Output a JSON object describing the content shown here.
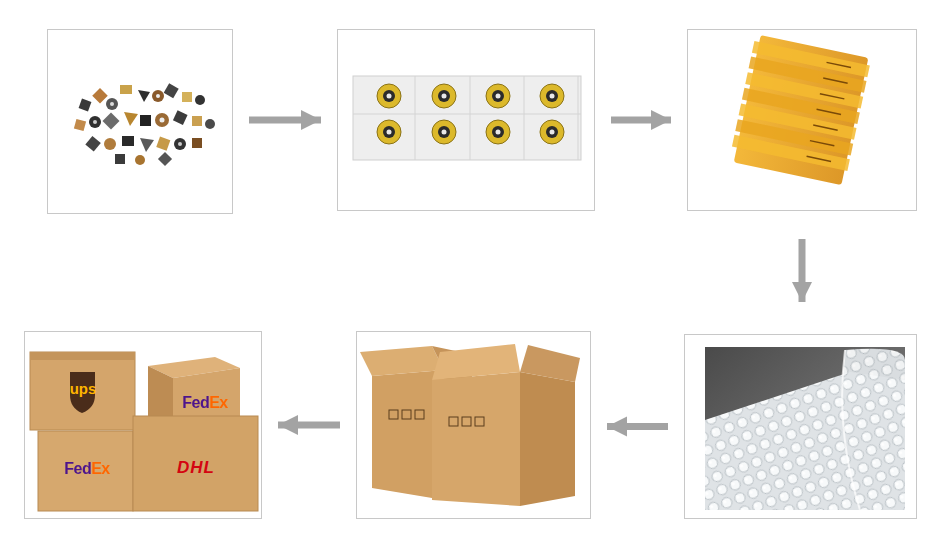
{
  "diagram": {
    "nodes": [
      {
        "text": []
      },
      {
        "text": []
      },
      {
        "text": []
      },
      {
        "text": []
      },
      {
        "text": []
      },
      {
        "text": [
          "ups",
          "FedEx",
          "FedEx",
          "DHL"
        ]
      }
    ],
    "edges": [
      {
        "from": 0,
        "to": 1,
        "arrow": "to"
      },
      {
        "from": 1,
        "to": 2,
        "arrow": "to"
      },
      {
        "from": 2,
        "to": 3,
        "arrow": "to"
      },
      {
        "from": 3,
        "to": 4,
        "arrow": "to"
      },
      {
        "from": 4,
        "to": 5,
        "arrow": "to"
      }
    ]
  }
}
